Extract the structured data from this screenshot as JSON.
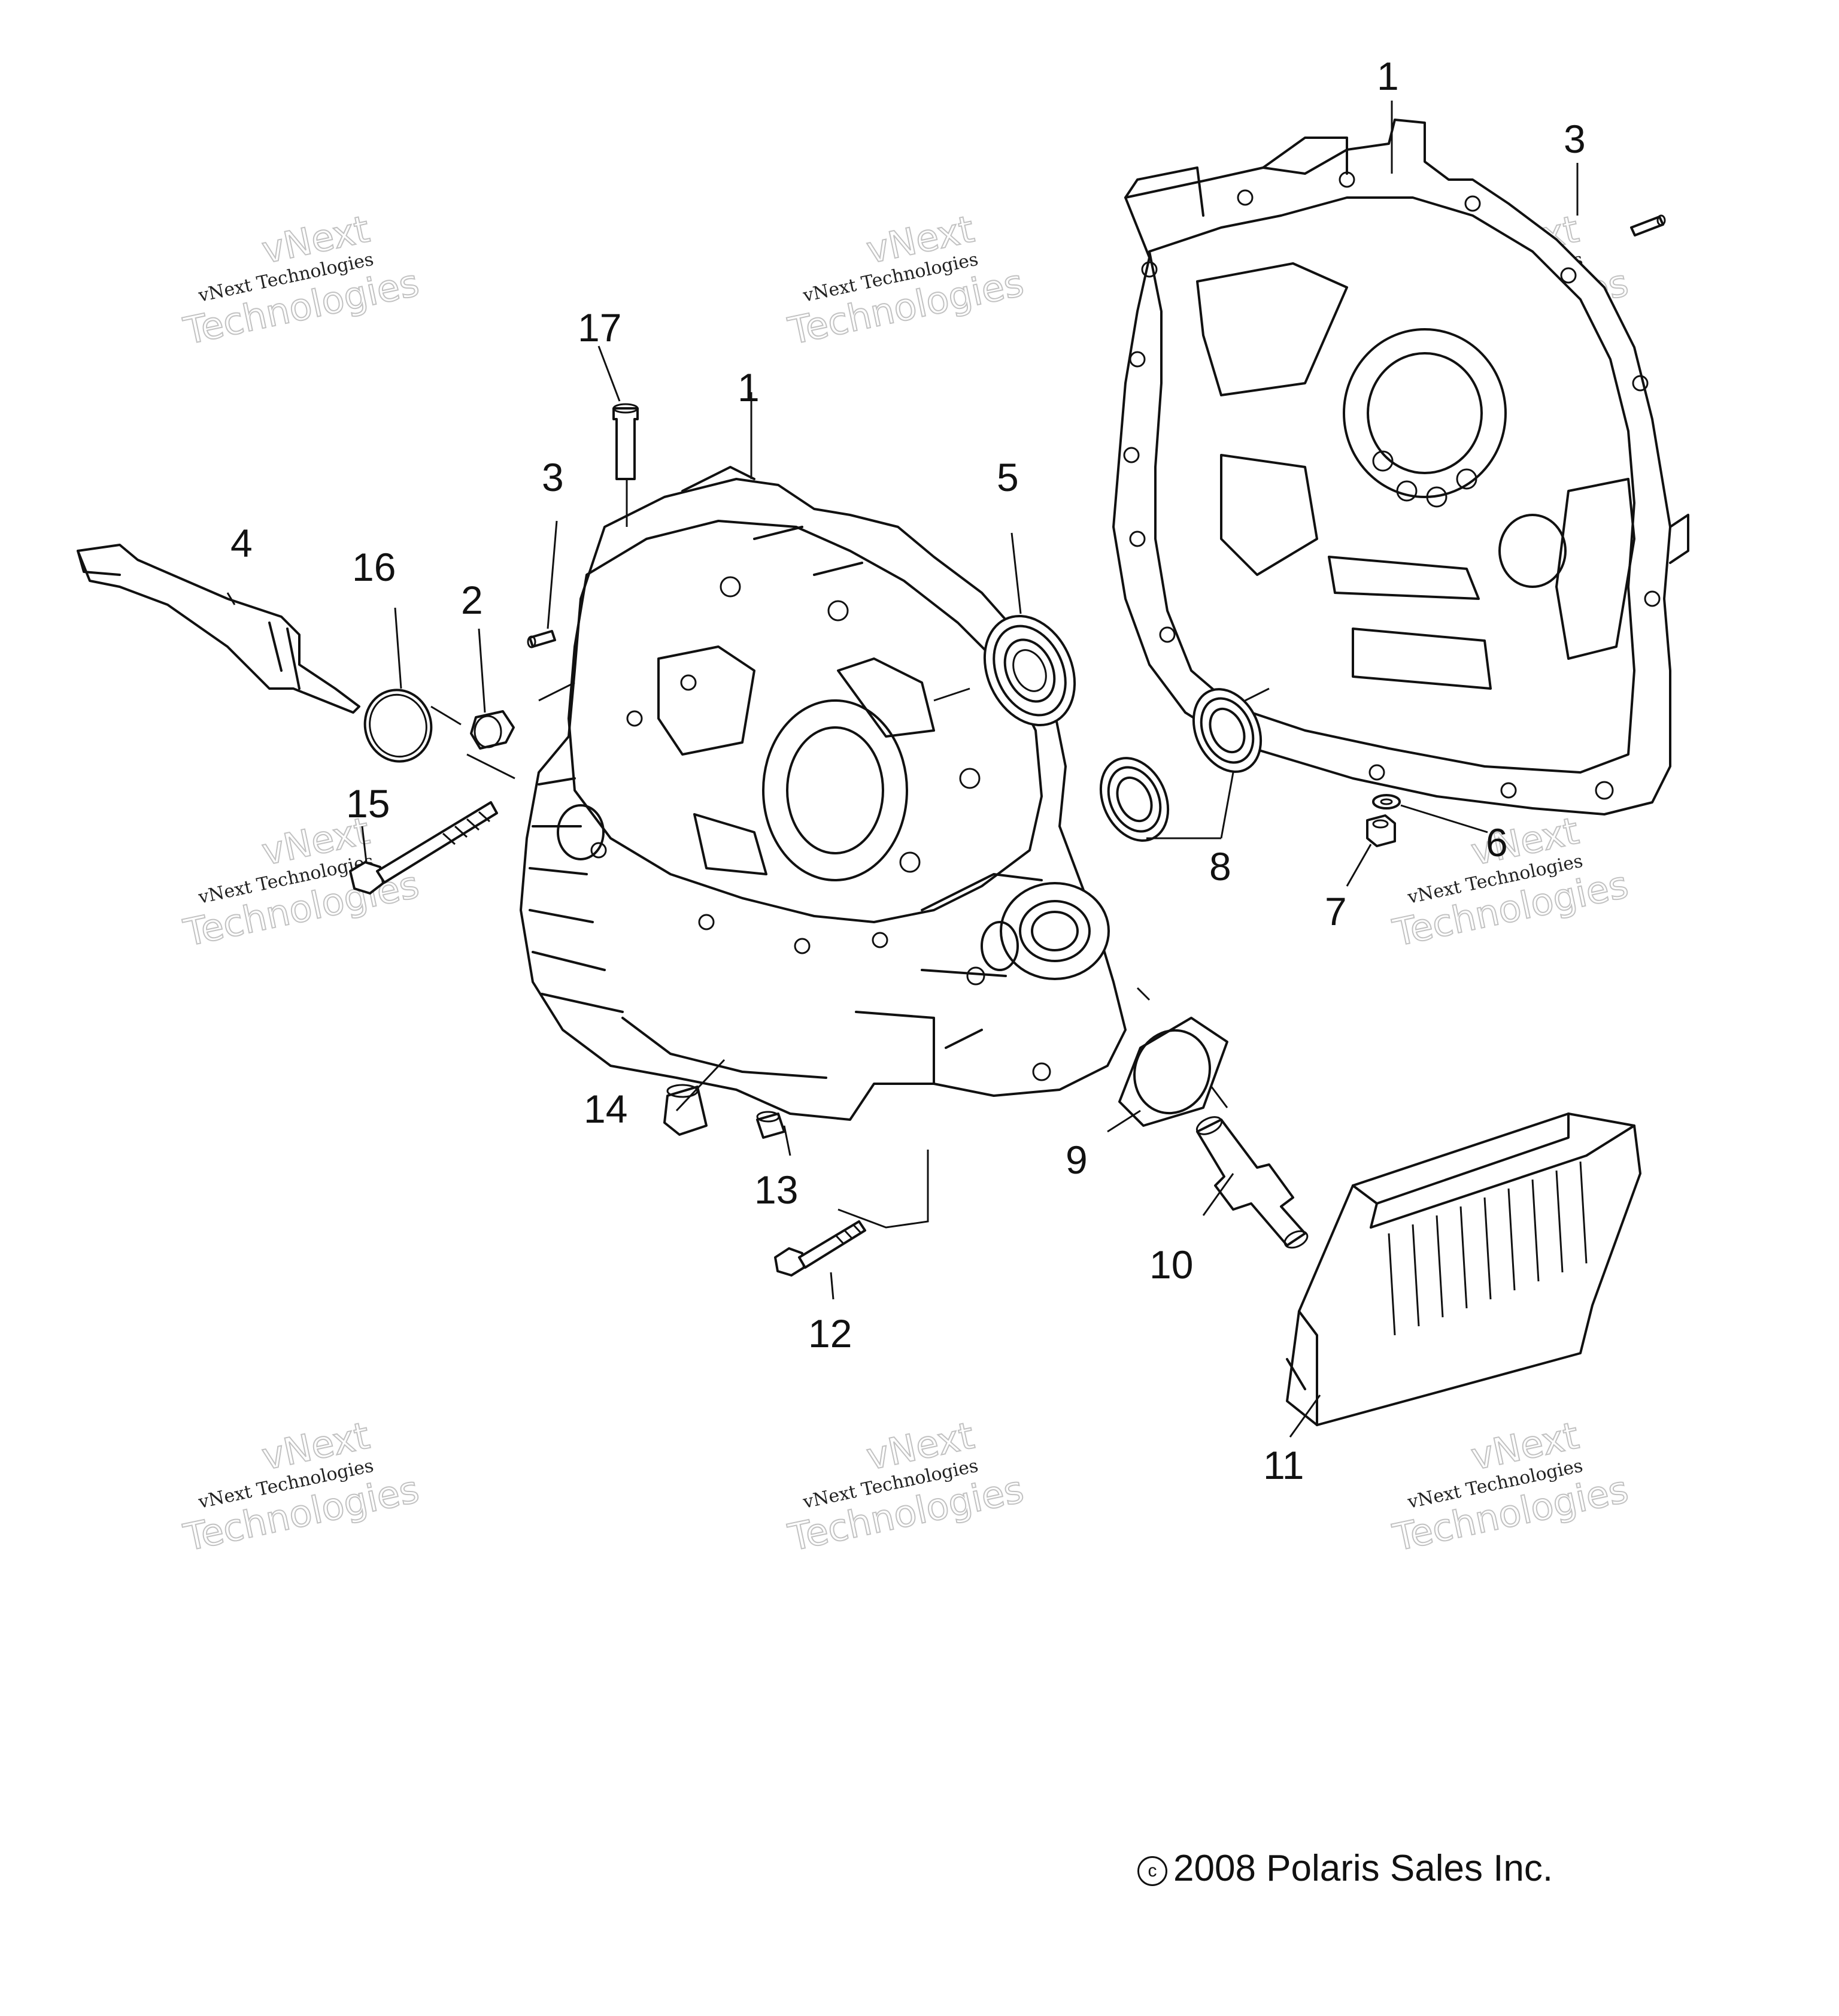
{
  "diagram": {
    "watermark": {
      "line1": "vNext",
      "line2": "vNext Technologies",
      "line3": "Technologies"
    },
    "callouts": [
      {
        "id": "c1a",
        "label": "1"
      },
      {
        "id": "c1b",
        "label": "1"
      },
      {
        "id": "c2",
        "label": "2"
      },
      {
        "id": "c3a",
        "label": "3"
      },
      {
        "id": "c3b",
        "label": "3"
      },
      {
        "id": "c4",
        "label": "4"
      },
      {
        "id": "c5",
        "label": "5"
      },
      {
        "id": "c6",
        "label": "6"
      },
      {
        "id": "c7",
        "label": "7"
      },
      {
        "id": "c8",
        "label": "8"
      },
      {
        "id": "c9",
        "label": "9"
      },
      {
        "id": "c10",
        "label": "10"
      },
      {
        "id": "c11",
        "label": "11"
      },
      {
        "id": "c12",
        "label": "12"
      },
      {
        "id": "c13",
        "label": "13"
      },
      {
        "id": "c14",
        "label": "14"
      },
      {
        "id": "c15",
        "label": "15"
      },
      {
        "id": "c16",
        "label": "16"
      },
      {
        "id": "c17",
        "label": "17"
      }
    ],
    "copyright": {
      "symbol": "c",
      "text": "2008 Polaris Sales Inc."
    }
  }
}
